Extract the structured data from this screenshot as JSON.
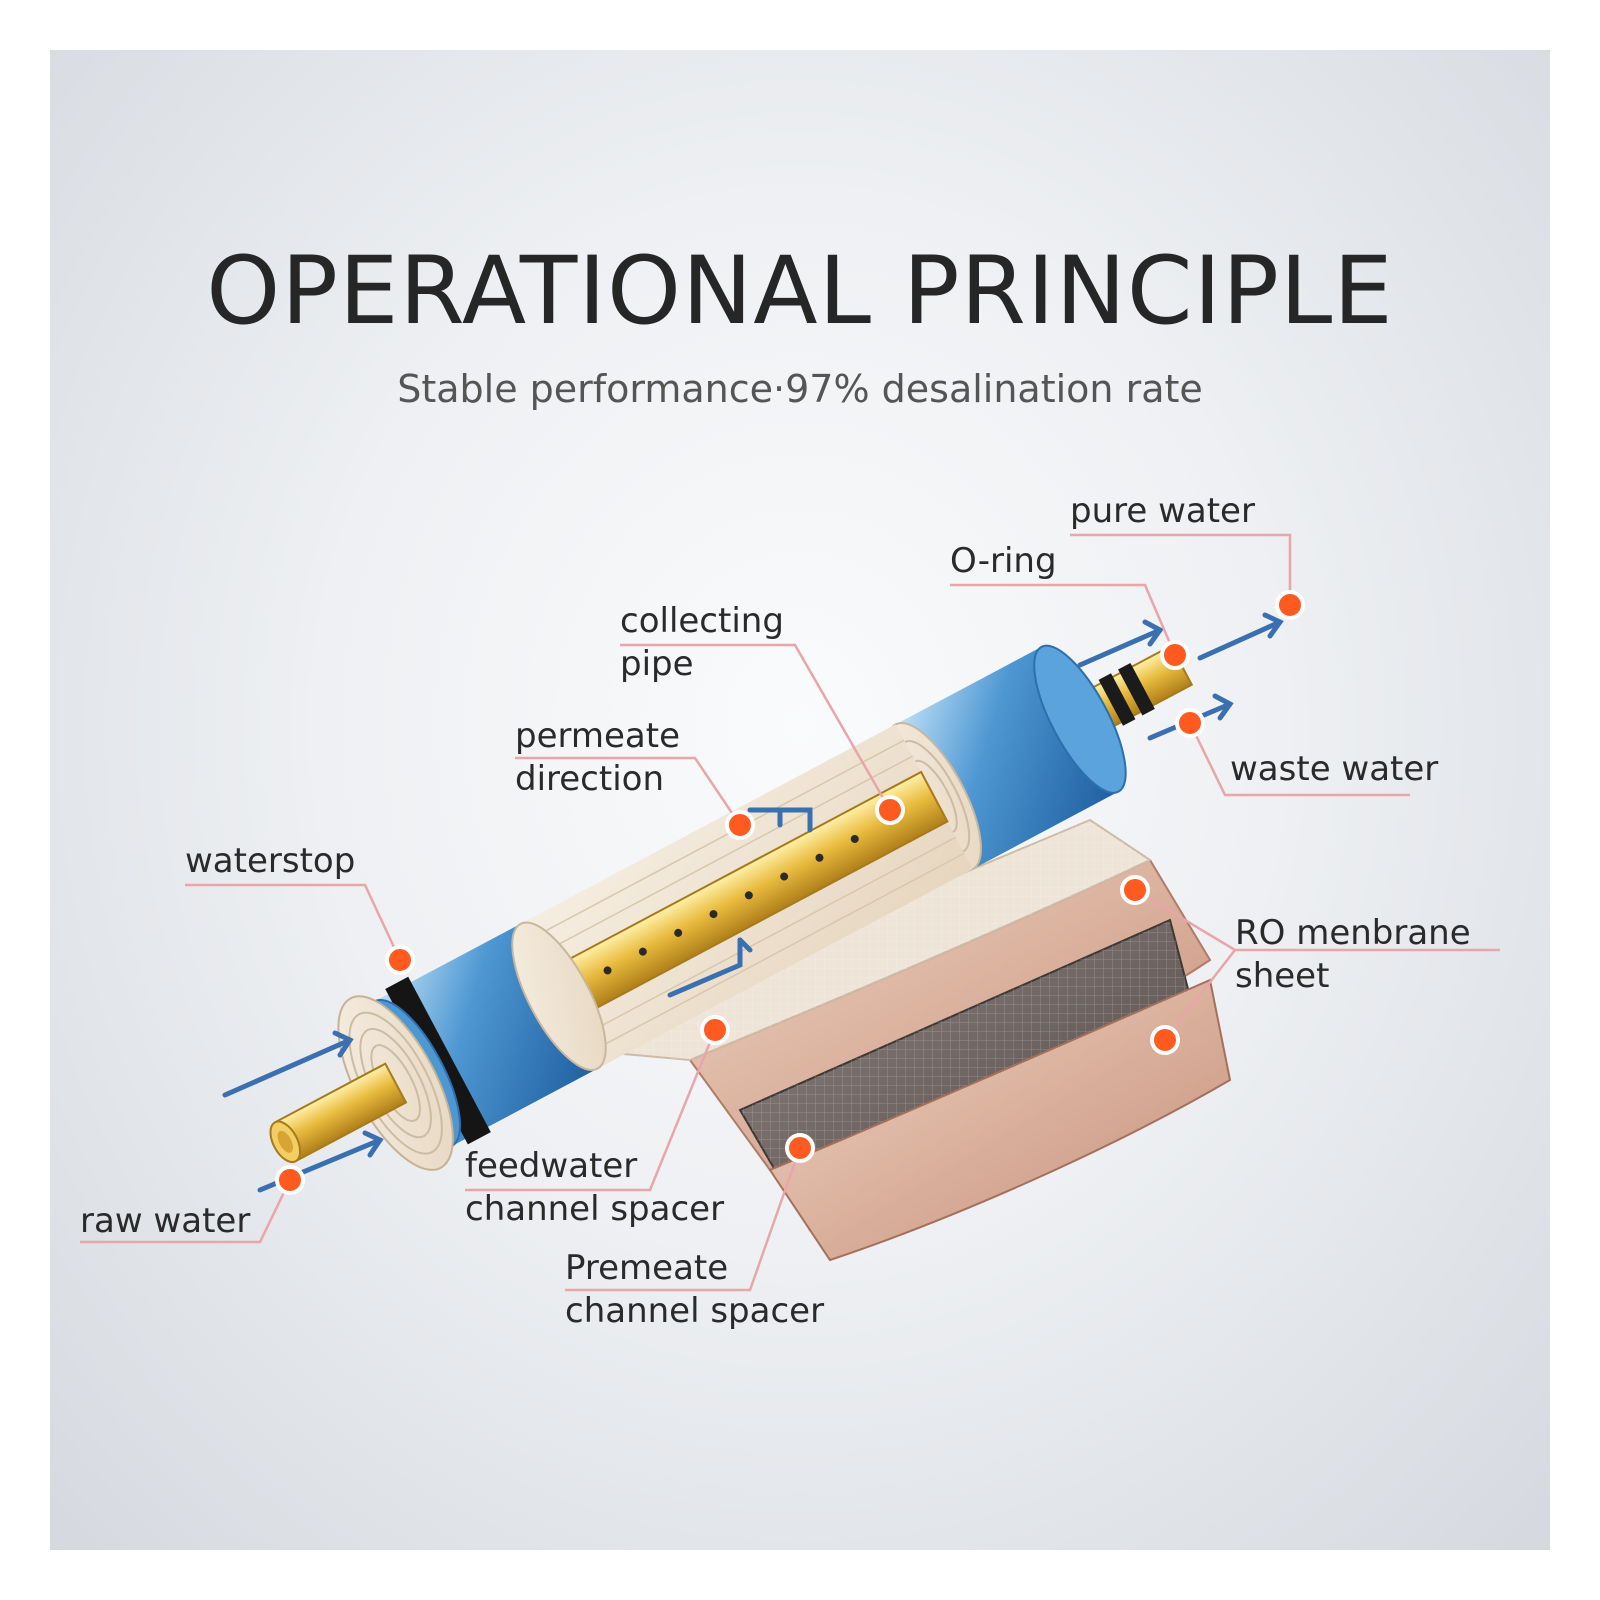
{
  "header": {
    "title": "OPERATIONAL PRINCIPLE",
    "subtitle": "Stable performance·97% desalination rate"
  },
  "labels": {
    "pure_water": "pure water",
    "o_ring": "O-ring",
    "collecting_pipe": [
      "collecting",
      "pipe"
    ],
    "permeate_direction": [
      "permeate",
      "direction"
    ],
    "waste_water": "waste water",
    "waterstop": "waterstop",
    "ro_membrane": [
      "RO menbrane",
      "sheet"
    ],
    "raw_water": "raw water",
    "feedwater_spacer": [
      "feedwater",
      "channel spacer"
    ],
    "premeate_spacer": [
      "Premeate",
      "channel spacer"
    ]
  },
  "colors": {
    "marker": "#ff5a1f",
    "leader_line": "#e8a5aa",
    "housing_blue": "#3d86c6",
    "pipe_gold": "#e6b93c",
    "flow_arrow": "#3a6fb0",
    "membrane_tan": "#d6a289",
    "spacer_dark": "#6f6461"
  }
}
